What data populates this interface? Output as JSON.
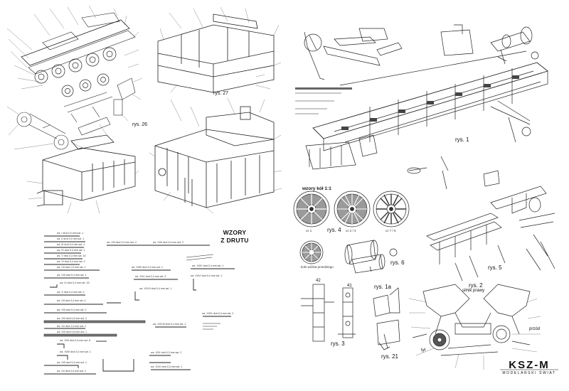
{
  "figures": {
    "rys26": "rys. 26",
    "rys27": "rys. 27",
    "rys1": "rys. 1",
    "rys2": "rys. 2",
    "rys2_sub": "silnik prawy",
    "rys3": "rys. 3",
    "rys4": "rys. 4",
    "rys5": "rys. 5",
    "rys6": "rys. 6",
    "rys1a": "rys. 1a",
    "rys21": "rys. 21"
  },
  "headings": {
    "wzory_line1": "WZORY",
    "wzory_line2": "Z DRUTU",
    "wzory_kol": "wzory kół 1:1"
  },
  "wheel_captions": [
    "cz 1",
    "cz 2 / 4",
    "cz 7 / 5",
    "koło wózka przedniego"
  ],
  "rys2_labels": {
    "tyl": "tył",
    "przod": "przód"
  },
  "detail_numbers": {
    "n42": "42",
    "n41": "41"
  },
  "wire_patterns": [
    "wz. I drut 0,4 mm szt. 1",
    "wz. II drut 0,4 mm szt. 1",
    "wz. III drut 0,4 mm szt. 1",
    "wz. IV drut 0,4 mm szt. 1",
    "wz. V drut 0,3 mm szt. 14",
    "wz. VI drut 0,4 mm szt. 2",
    "wz. VII drut 1,5 mm szt. 1",
    "wz. VIII drut 0,4 mm szt. 1",
    "wz. IX drut 0,4 mm szt. 15",
    "wz. X drut 0,4 mm szt. 2",
    "wz. XII drut 0,4 mm szt. 4",
    "wz. XIII drut 0,4 mm szt. 2",
    "wz. XIV drut 0,4 mm szt. 2",
    "wz. XV drut 1,5 mm szt. 1",
    "wz. XVI drut 0,5 mm szt. 1",
    "wz. XVII drut 0,4 mm szt. 8",
    "wz. XVIII drut 0,4 mm szt. 1",
    "wz. XIX drut 0,4 mm szt. 1",
    "wz. XX drut 0,4 mm szt. 1",
    "wz. XXI drut 0,4 mm szt. 2",
    "wz. XXII drut 0,4 mm szt. 2",
    "wz. XXIII drut 0,4 mm szt. 1",
    "wz. XXIV drut 0,4 mm szt. 1",
    "wz. XXV drut 0,4 mm szt. 2",
    "wz. XXVI drut 0,4 mm szt. 1",
    "wz. XXVII drut 0,4 mm szt. 1",
    "wz. XXVIII drut 0,4 mm szt. 1",
    "wz. XXIX drut 0,4 mm szt. 2",
    "wz. XXX drut 0,3 mm szt. 2",
    "wz. XXXI drut 0,3 mm szt. 1"
  ],
  "brand": {
    "name": "KSZ-M",
    "sub": "MODELARSKI ŚWIAT"
  }
}
